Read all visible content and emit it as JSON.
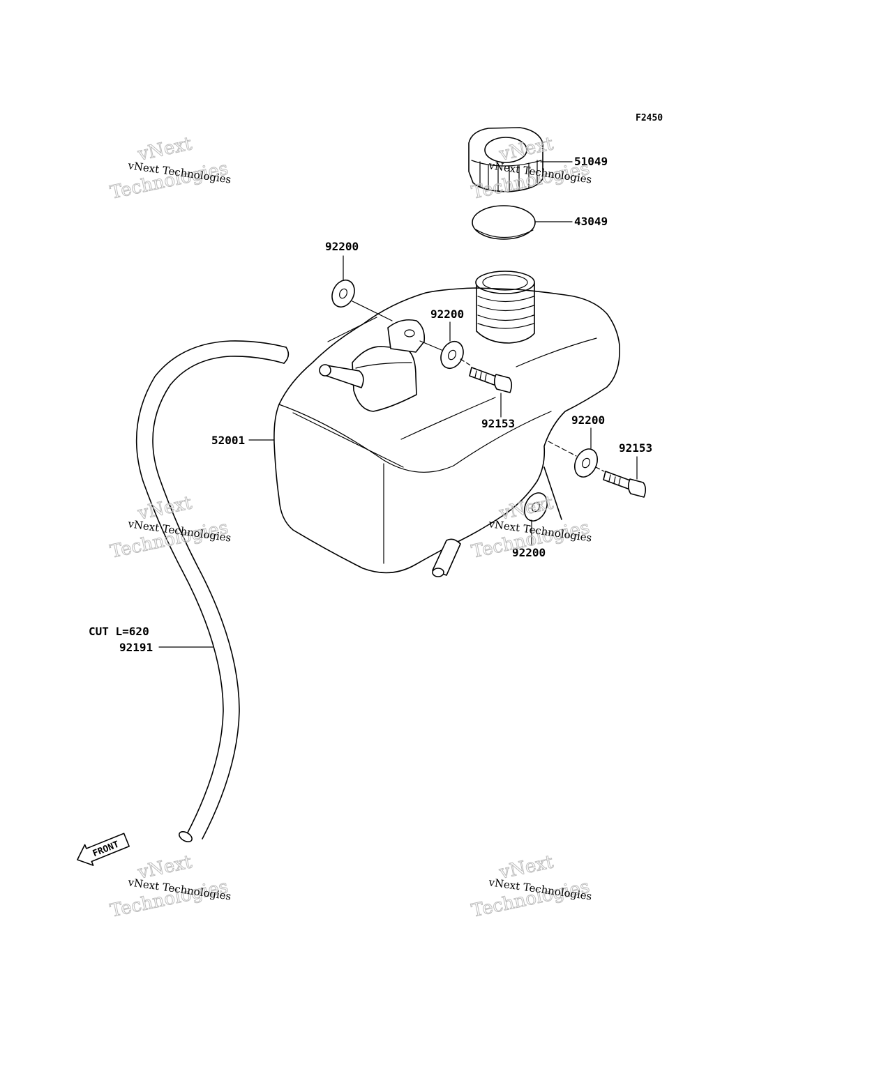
{
  "figure_id": "F2450",
  "parts": {
    "cap": "51049",
    "gasket": "43049",
    "washer_top": "92200",
    "washer_upper_bolt": "92200",
    "bolt_upper": "92153",
    "tank": "52001",
    "washer_right": "92200",
    "bolt_right": "92153",
    "washer_bottom": "92200",
    "hose": "92191",
    "hose_cut": "CUT L=620"
  },
  "front_arrow": "FRONT",
  "watermark": {
    "line_small": "vNext Technologies",
    "line_big_1": "vNext",
    "line_big_2": "Technologies"
  }
}
